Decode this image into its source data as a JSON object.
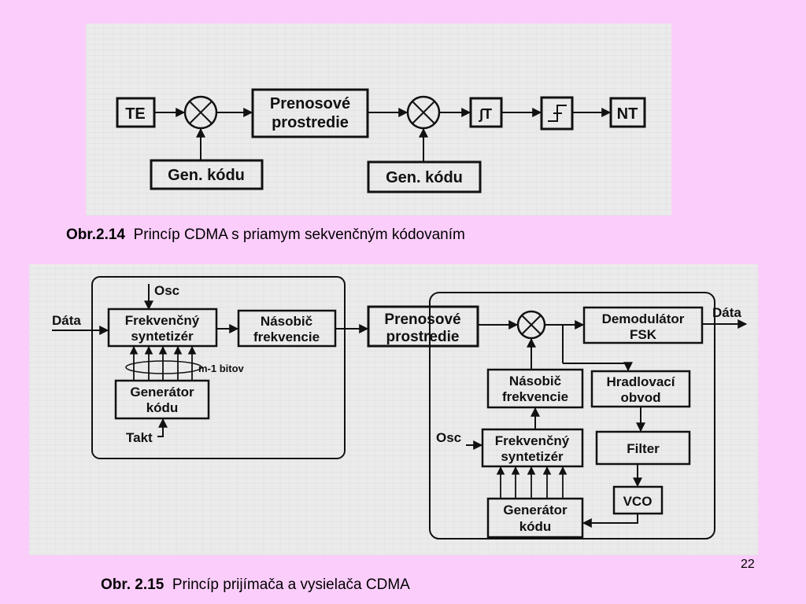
{
  "figure1": {
    "caption_label": "Obr.2.14",
    "caption_text": "Princíp CDMA s priamym sekvenčným kódovaním",
    "blocks": {
      "te": "TE",
      "medium_line1": "Prenosové",
      "medium_line2": "prostredie",
      "integrator": "∫T",
      "nt": "NT",
      "gen1": "Gen. kódu",
      "gen2": "Gen. kódu"
    }
  },
  "figure2": {
    "caption_label": "Obr. 2.15",
    "caption_text": "Princíp prijímača a vysielača CDMA",
    "labels": {
      "data_in": "Dáta",
      "data_out": "Dáta",
      "osc_tx": "Osc",
      "osc_rx": "Osc",
      "synth_tx_line1": "Frekvenčný",
      "synth_tx_line2": "syntetizér",
      "mult_tx_line1": "Násobič",
      "mult_tx_line2": "frekvencie",
      "medium_line1": "Prenosové",
      "medium_line2": "prostredie",
      "demod_line1": "Demodulátor",
      "demod_line2": "FSK",
      "bits": "m-1 bitov",
      "gen_tx_line1": "Generátor",
      "gen_tx_line2": "kódu",
      "takt": "Takt",
      "mult_rx_line1": "Násobič",
      "mult_rx_line2": "frekvencie",
      "gate_line1": "Hradlovací",
      "gate_line2": "obvod",
      "synth_rx_line1": "Frekvenčný",
      "synth_rx_line2": "syntetizér",
      "filter": "Filter",
      "vco": "VCO",
      "gen_rx_line1": "Generátor",
      "gen_rx_line2": "kódu"
    }
  },
  "page_number": "22"
}
